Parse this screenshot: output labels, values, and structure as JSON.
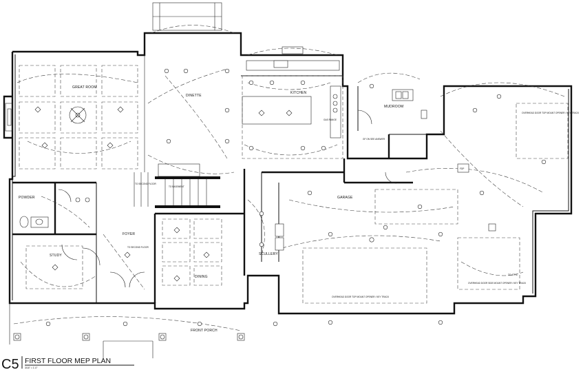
{
  "title": {
    "sheet_id": "C5",
    "name": "FIRST FLOOR MEP PLAN",
    "scale": "3/16\" = 1'-0\""
  },
  "rooms": {
    "great_room": "GREAT ROOM",
    "dinette": "DINETTE",
    "kitchen": "KITCHEN",
    "mudroom": "MUDROOM",
    "powder": "POWDER",
    "foyer": "FOYER",
    "study": "STUDY",
    "dining": "DINING",
    "scullery": "SCULLERY",
    "garage": "GARAGE",
    "front_porch": "FRONT PORCH"
  },
  "notes": {
    "to_second_floor_a": "TO SECOND FLOOR",
    "to_basement": "TO BASEMENT",
    "to_second_floor_b": "TO SECOND FLOOR",
    "gas_range": "GAS RANGE",
    "overhead_door_mudroom": "OVERHEAD DOOR TOP MOUNT OPENER / KEY TRACK",
    "overhead_door_garage": "OVERHEAD DOOR TOP MOUNT OPENER / KEY TRACK",
    "overhead_door_side": "OVERHEAD DOOR SIDE MOUNT OPENER / KEY TRACK",
    "to_attic": "TO ATTIC",
    "gfi_note": "GF ON SEE ANSWER",
    "fdp": "FDP"
  }
}
